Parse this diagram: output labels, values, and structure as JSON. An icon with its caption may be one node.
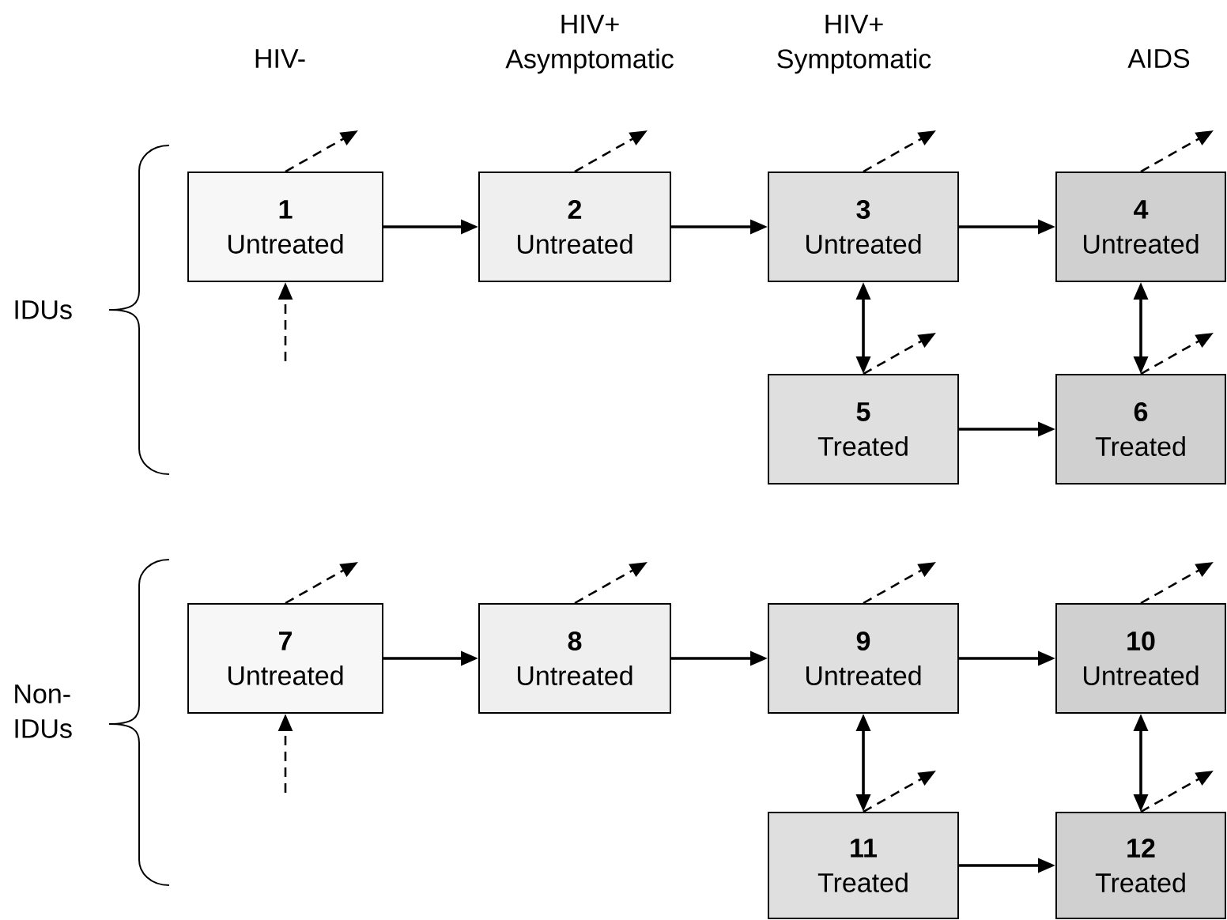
{
  "diagram": {
    "nodes": [
      {
        "text": [
          "**1**",
          "Untreated"
        ]
      },
      {
        "text": [
          "**2**",
          "Untreated"
        ]
      },
      {
        "text": [
          "**3**",
          "Untreated"
        ]
      },
      {
        "text": [
          "**4**",
          "Untreated"
        ]
      },
      {
        "text": [
          "**5**",
          "Treated"
        ]
      },
      {
        "text": [
          "**6**",
          "Treated"
        ]
      },
      {
        "text": [
          "**7**",
          "Untreated"
        ]
      },
      {
        "text": [
          "**8**",
          "Untreated"
        ]
      },
      {
        "text": [
          "**9**",
          "Untreated"
        ]
      },
      {
        "text": [
          "**10**",
          "Untreated"
        ]
      },
      {
        "text": [
          "**11**",
          "Treated"
        ]
      },
      {
        "text": [
          "**12**",
          "Treated"
        ]
      }
    ],
    "edges": [
      {
        "from": 0,
        "to": 1,
        "arrow": "to"
      },
      {
        "from": 1,
        "to": 2,
        "arrow": "to"
      },
      {
        "from": 2,
        "to": 3,
        "arrow": "to"
      },
      {
        "from": 2,
        "to": 4,
        "arrow": "both"
      },
      {
        "from": 3,
        "to": 5,
        "arrow": "both"
      },
      {
        "from": 4,
        "to": 5,
        "arrow": "to"
      },
      {
        "from": null,
        "to": 0,
        "arrow": "to",
        "style": "dashed"
      },
      {
        "from": 0,
        "to": null,
        "arrow": "to",
        "style": "dashed"
      },
      {
        "from": 1,
        "to": null,
        "arrow": "to",
        "style": "dashed"
      },
      {
        "from": 2,
        "to": null,
        "arrow": "to",
        "style": "dashed"
      },
      {
        "from": 3,
        "to": null,
        "arrow": "to",
        "style": "dashed"
      },
      {
        "from": 4,
        "to": null,
        "arrow": "to",
        "style": "dashed"
      },
      {
        "from": 5,
        "to": null,
        "arrow": "to",
        "style": "dashed"
      },
      {
        "from": 6,
        "to": 7,
        "arrow": "to"
      },
      {
        "from": 7,
        "to": 8,
        "arrow": "to"
      },
      {
        "from": 8,
        "to": 9,
        "arrow": "to"
      },
      {
        "from": 8,
        "to": 10,
        "arrow": "both"
      },
      {
        "from": 9,
        "to": 11,
        "arrow": "both"
      },
      {
        "from": 10,
        "to": 11,
        "arrow": "to"
      },
      {
        "from": null,
        "to": 6,
        "arrow": "to",
        "style": "dashed"
      },
      {
        "from": 6,
        "to": null,
        "arrow": "to",
        "style": "dashed"
      },
      {
        "from": 7,
        "to": null,
        "arrow": "to",
        "style": "dashed"
      },
      {
        "from": 8,
        "to": null,
        "arrow": "to",
        "style": "dashed"
      },
      {
        "from": 9,
        "to": null,
        "arrow": "to",
        "style": "dashed"
      },
      {
        "from": 10,
        "to": null,
        "arrow": "to",
        "style": "dashed"
      },
      {
        "from": 11,
        "to": null,
        "arrow": "to",
        "style": "dashed"
      }
    ],
    "labels": [
      "HIV-",
      "HIV+ Asymptomatic",
      "HIV+ Symptomatic",
      "AIDS",
      "IDUs",
      "Non-IDUs"
    ]
  }
}
